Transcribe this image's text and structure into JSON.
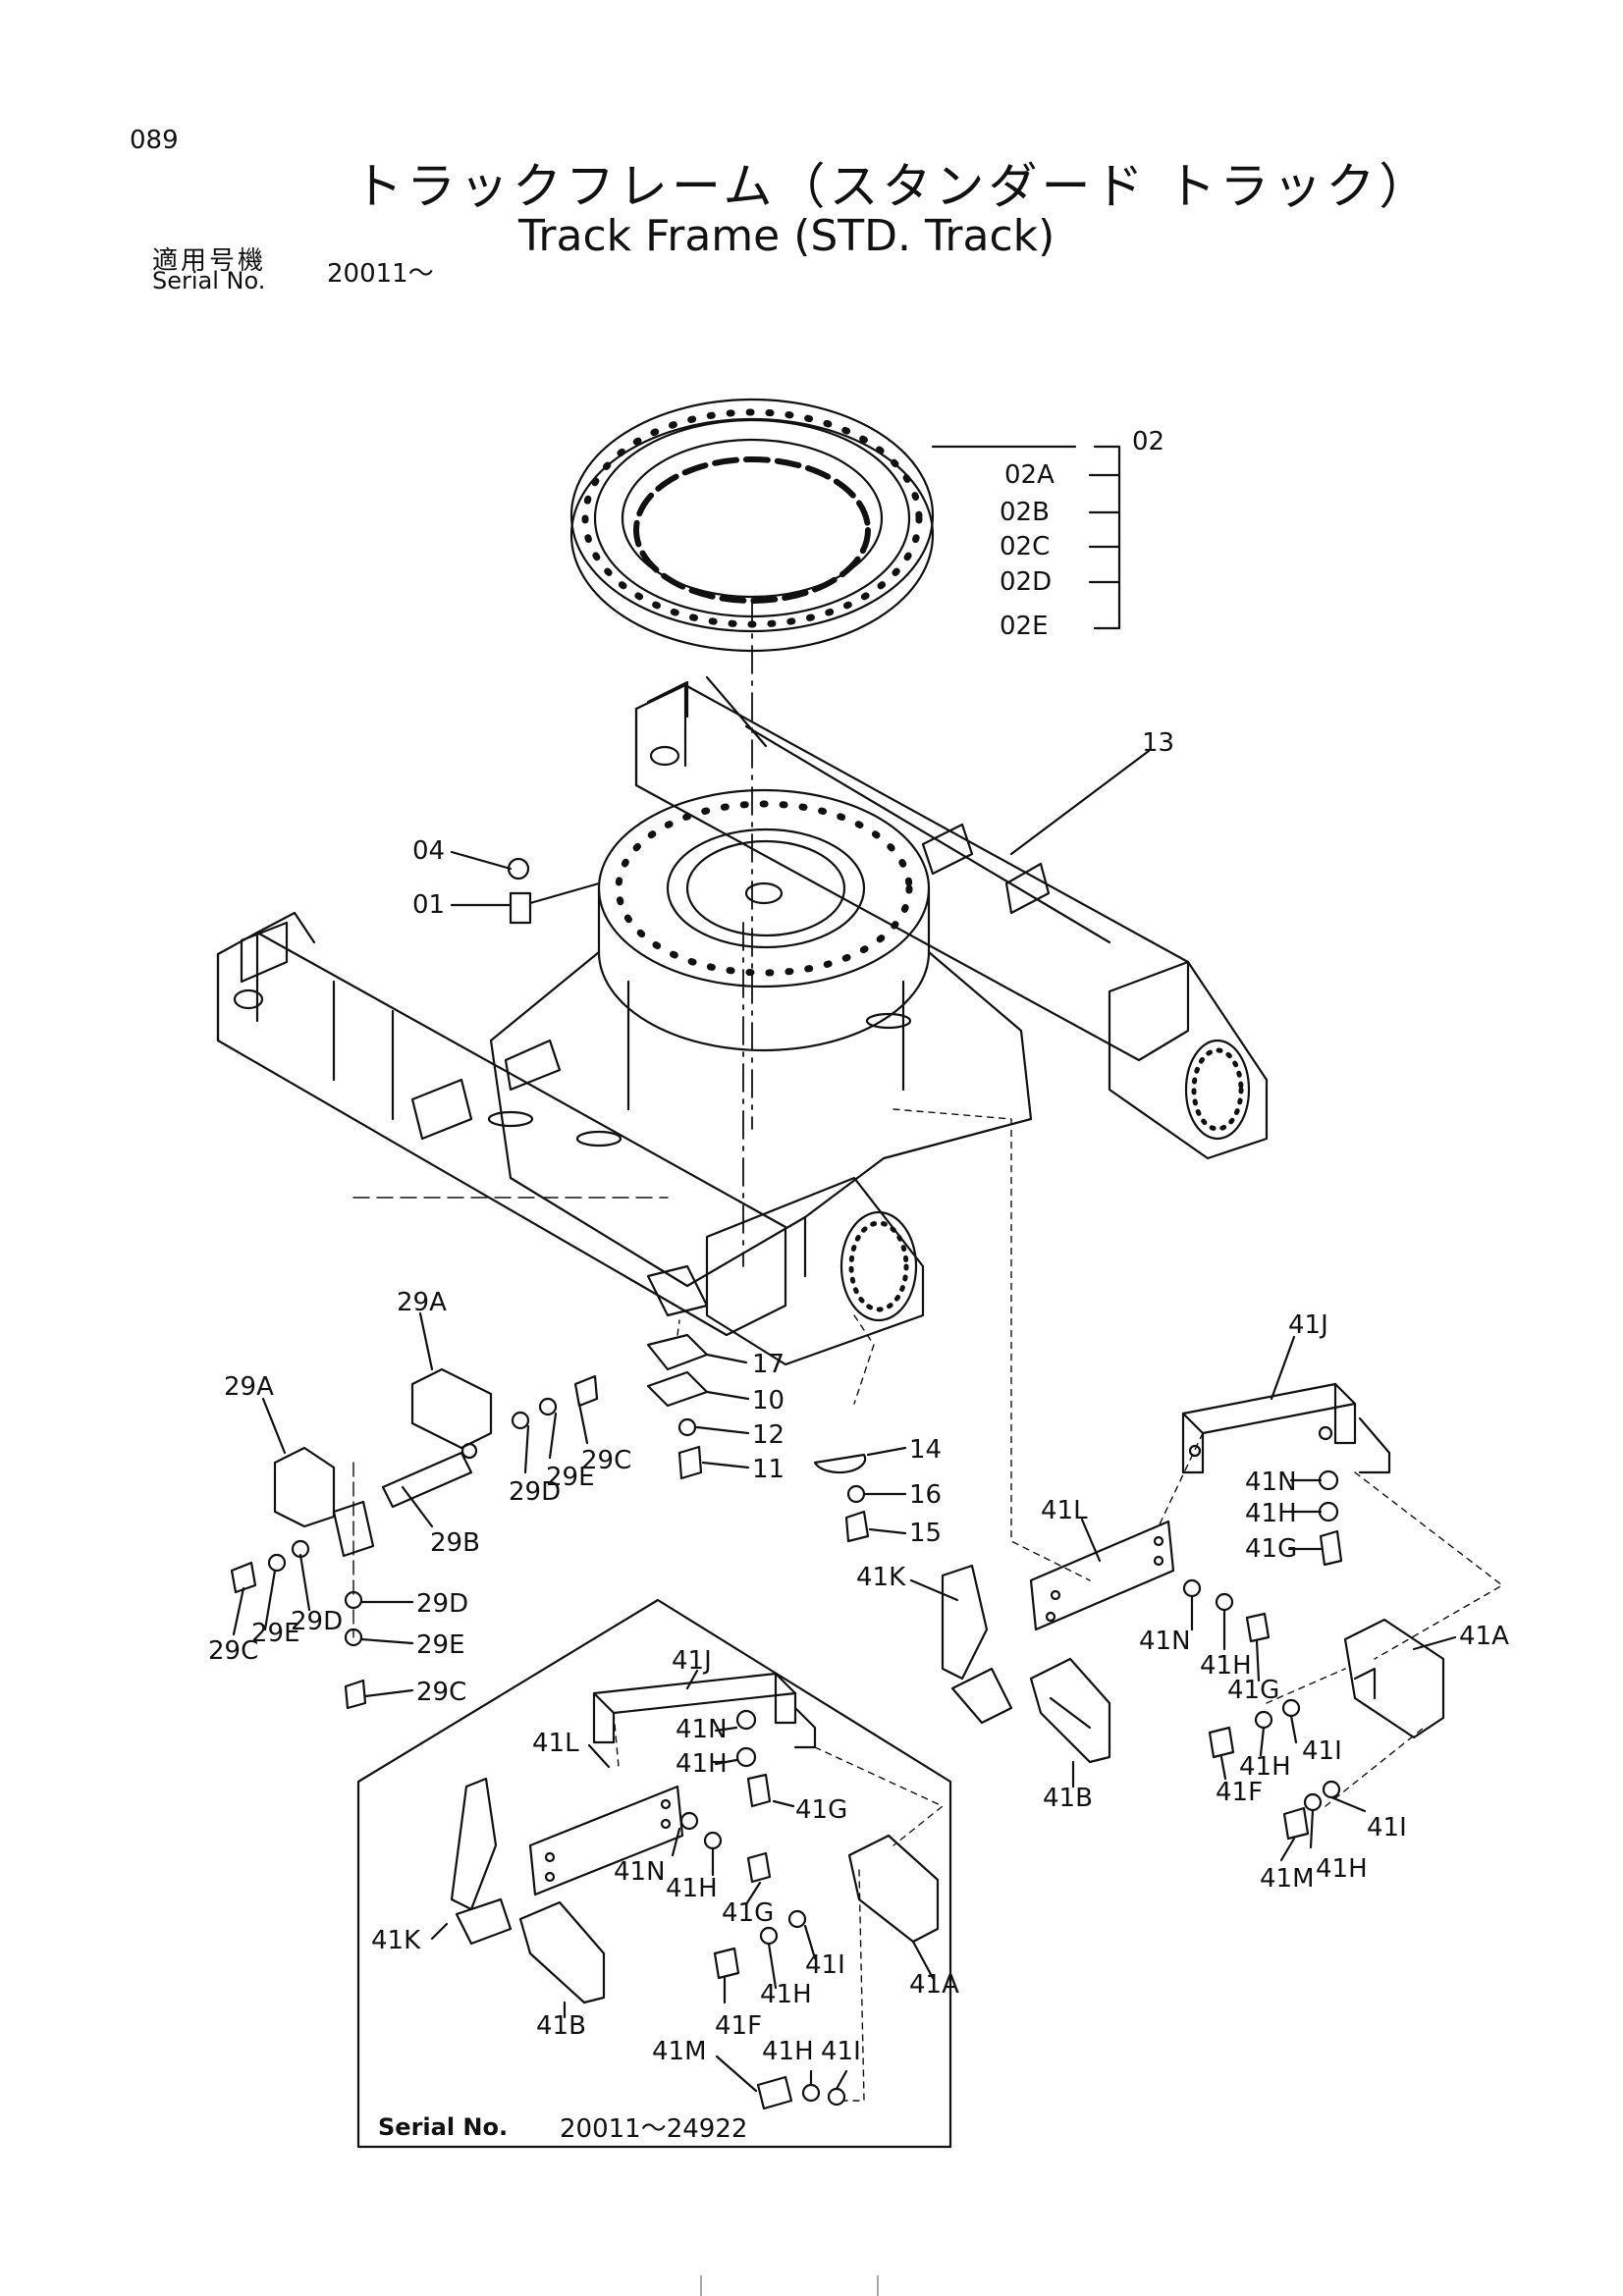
{
  "header": {
    "page_number": "089",
    "title_jp": "トラックフレーム（スタンダード トラック）",
    "title_en": "Track Frame (STD. Track)",
    "serial_label_jp": "適用号機",
    "serial_label_en": "Serial No.",
    "serial_value": "20011～"
  },
  "callouts": {
    "c02": "02",
    "c02A": "02A",
    "c02B": "02B",
    "c02C": "02C",
    "c02D": "02D",
    "c02E": "02E",
    "c13": "13",
    "c04": "04",
    "c01": "01",
    "c29A_top": "29A",
    "c29A_left": "29A",
    "c29C_r": "29C",
    "c29E_r": "29E",
    "c29D_r": "29D",
    "c29B": "29B",
    "c29C_l": "29C",
    "c29E_l": "29E",
    "c29D_l": "29D",
    "c29D_b": "29D",
    "c29E_b": "29E",
    "c29C_b": "29C",
    "c17": "17",
    "c10": "10",
    "c12": "12",
    "c11": "11",
    "c14": "14",
    "c16": "16",
    "c15": "15",
    "c41J": "41J",
    "c41N_a": "41N",
    "c41H_a": "41H",
    "c41G_a": "41G",
    "c41L": "41L",
    "c41K": "41K",
    "c41N_b": "41N",
    "c41H_b": "41H",
    "c41G_b": "41G",
    "c41A": "41A",
    "c41I_a": "41I",
    "c41H_c": "41H",
    "c41F": "41F",
    "c41B": "41B",
    "c41I_b": "41I",
    "c41M": "41M",
    "c41H_d": "41H"
  },
  "inset": {
    "callouts": {
      "i41J": "41J",
      "i41L": "41L",
      "i41N_a": "41N",
      "i41H_a": "41H",
      "i41G_a": "41G",
      "i41N_b": "41N",
      "i41H_b": "41H",
      "i41G_b": "41G",
      "i41K": "41K",
      "i41I_a": "41I",
      "i41H_c": "41H",
      "i41A": "41A",
      "i41B": "41B",
      "i41F": "41F",
      "i41M": "41M",
      "i41H_d": "41H",
      "i41I_b": "41I"
    },
    "serial_label": "Serial No.",
    "serial_range": "20011～24922"
  }
}
